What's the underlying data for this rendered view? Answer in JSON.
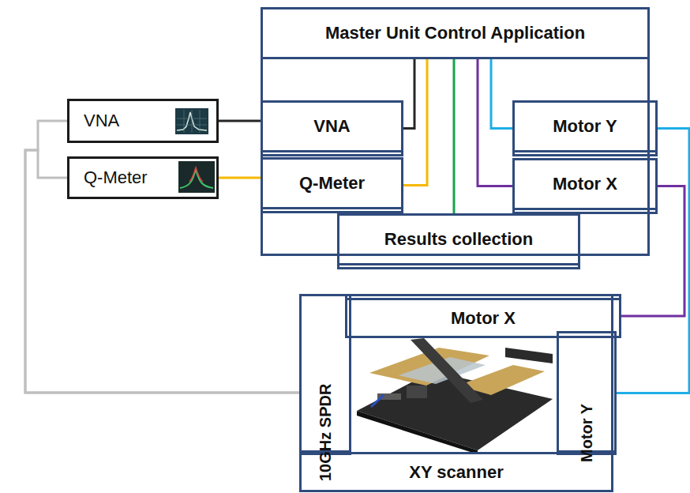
{
  "diagram": {
    "nodes": [
      {
        "text": [
          "Master Unit Control Application"
        ]
      },
      {
        "text": [
          "VNA"
        ],
        "in": 0
      },
      {
        "text": [
          "Q-Meter"
        ],
        "in": 0
      },
      {
        "text": [
          "Results collection"
        ],
        "in": 0
      },
      {
        "text": [
          "Motor Y"
        ],
        "in": 0
      },
      {
        "text": [
          "Motor X"
        ],
        "in": 0
      },
      {
        "text": [
          "VNA"
        ]
      },
      {
        "text": [
          "Q-Meter"
        ]
      },
      {
        "text": [
          "XY scanner"
        ]
      },
      {
        "text": [
          "Motor X"
        ],
        "in": 8
      },
      {
        "text": [
          "10GHz SPDR"
        ],
        "in": 8
      },
      {
        "text": [
          "Motor Y"
        ],
        "in": 8
      }
    ],
    "edges": [
      {
        "from": 0,
        "to": 1,
        "arrow": "none"
      },
      {
        "from": 0,
        "to": 2,
        "arrow": "none"
      },
      {
        "from": 0,
        "to": 3,
        "arrow": "none"
      },
      {
        "from": 0,
        "to": 4,
        "arrow": "none"
      },
      {
        "from": 0,
        "to": 5,
        "arrow": "none"
      },
      {
        "from": 6,
        "to": 1,
        "arrow": "none"
      },
      {
        "from": 7,
        "to": 2,
        "arrow": "none"
      },
      {
        "from": 4,
        "to": 11,
        "arrow": "none"
      },
      {
        "from": 5,
        "to": 9,
        "arrow": "none"
      },
      {
        "from": 10,
        "to": 6,
        "arrow": "none"
      },
      {
        "from": 10,
        "to": 7,
        "arrow": "none"
      }
    ]
  }
}
